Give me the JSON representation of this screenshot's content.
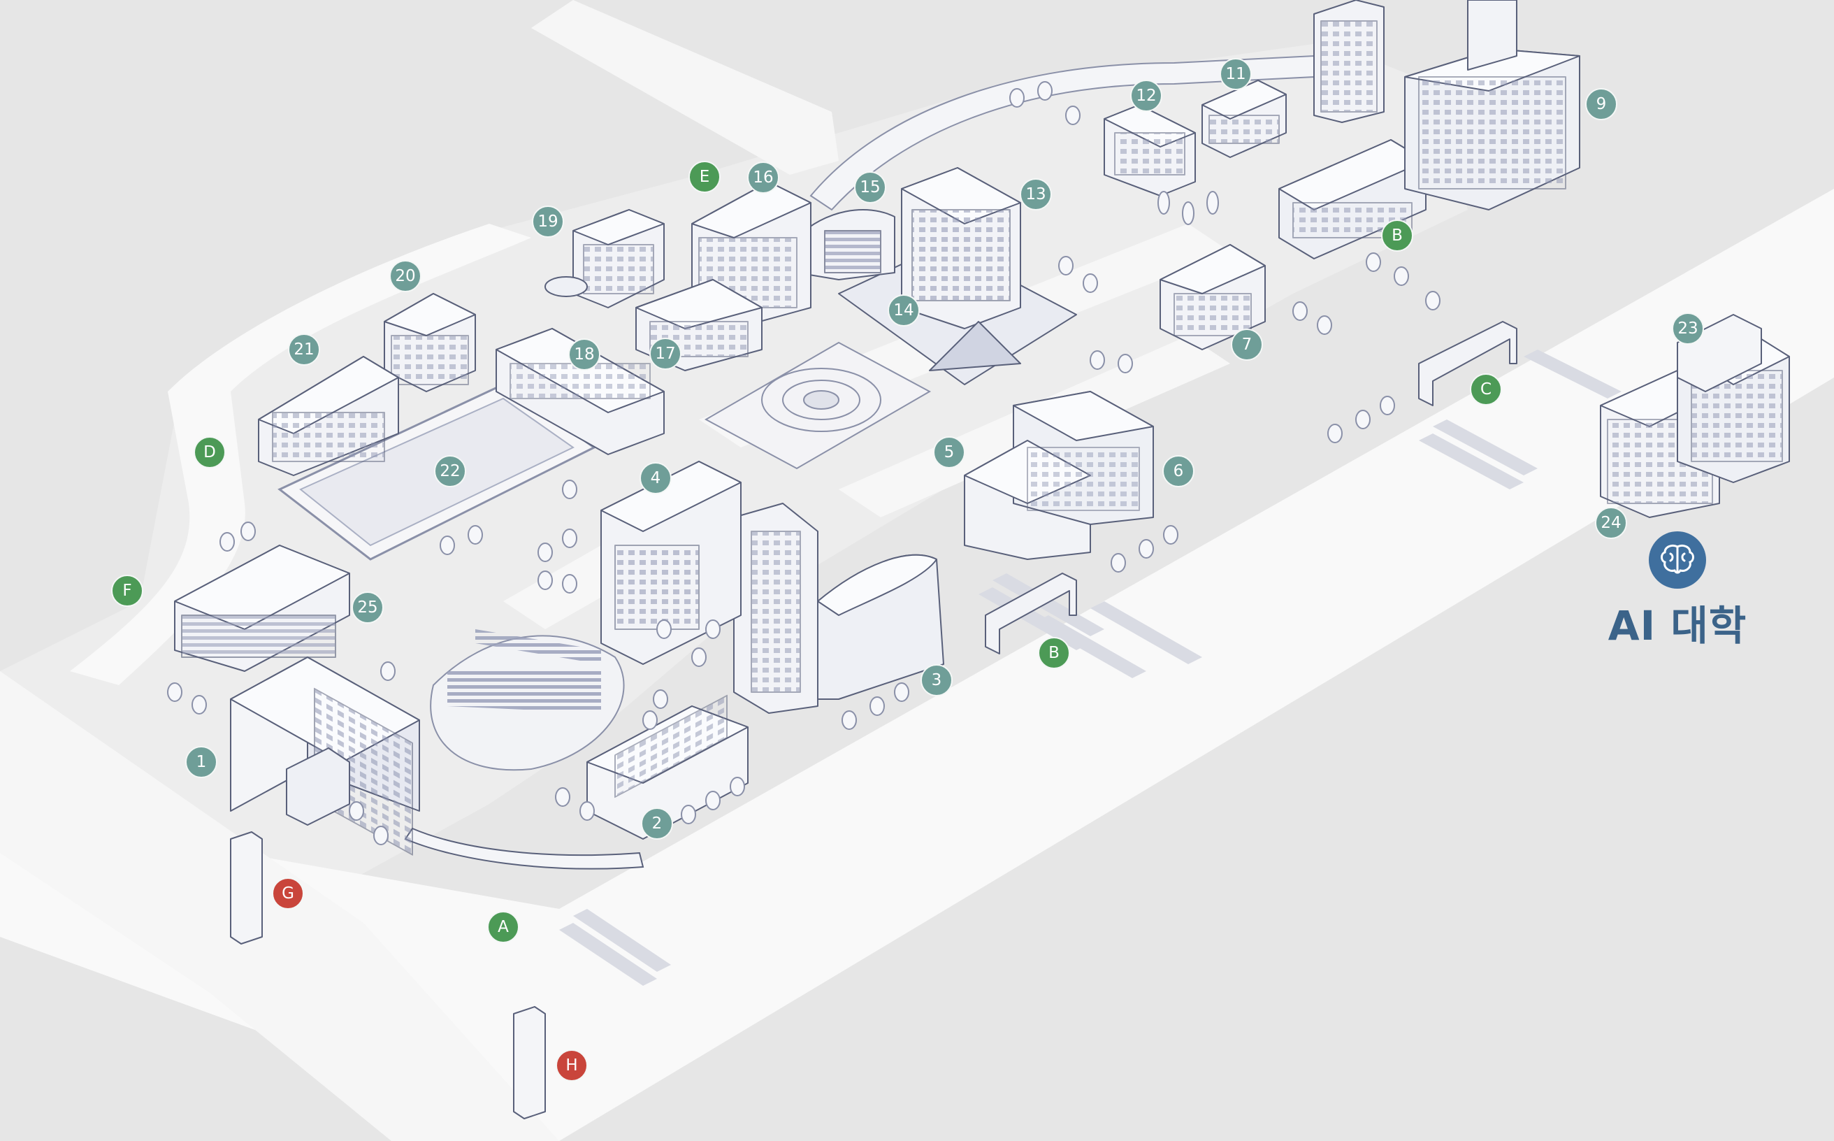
{
  "map": {
    "colors": {
      "background": "#e6e6e6",
      "road": "#fafafa",
      "building_outline": "#59607a",
      "building_fill": "#f2f3f7",
      "building_shade": "#c9cde0",
      "building_marker": "#6f9e98",
      "gate_marker": "#4c9a56",
      "tower_marker": "#c9453b",
      "logo": "#3b6389"
    },
    "building_markers": [
      "1",
      "2",
      "3",
      "4",
      "5",
      "6",
      "7",
      "9",
      "11",
      "12",
      "13",
      "14",
      "15",
      "16",
      "17",
      "18",
      "19",
      "20",
      "21",
      "22",
      "23",
      "24",
      "25"
    ],
    "gate_markers": [
      "A",
      "B",
      "B",
      "C",
      "D",
      "E",
      "F"
    ],
    "tower_markers": [
      "G",
      "H"
    ],
    "logo": {
      "icon": "brain-icon",
      "label": "AI 대학"
    }
  }
}
